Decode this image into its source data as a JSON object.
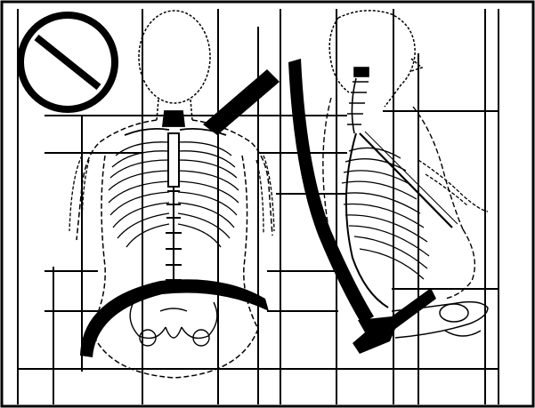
{
  "figure": {
    "icons": {
      "prohibition": "prohibition-icon"
    },
    "colors": {
      "ink": "#000000",
      "paper": "#ffffff"
    },
    "panels": [
      "front-view",
      "side-view"
    ],
    "belt_segments": [
      "shoulder-belt-front",
      "lap-belt-front",
      "shoulder-belt-side",
      "lap-belt-side"
    ]
  }
}
